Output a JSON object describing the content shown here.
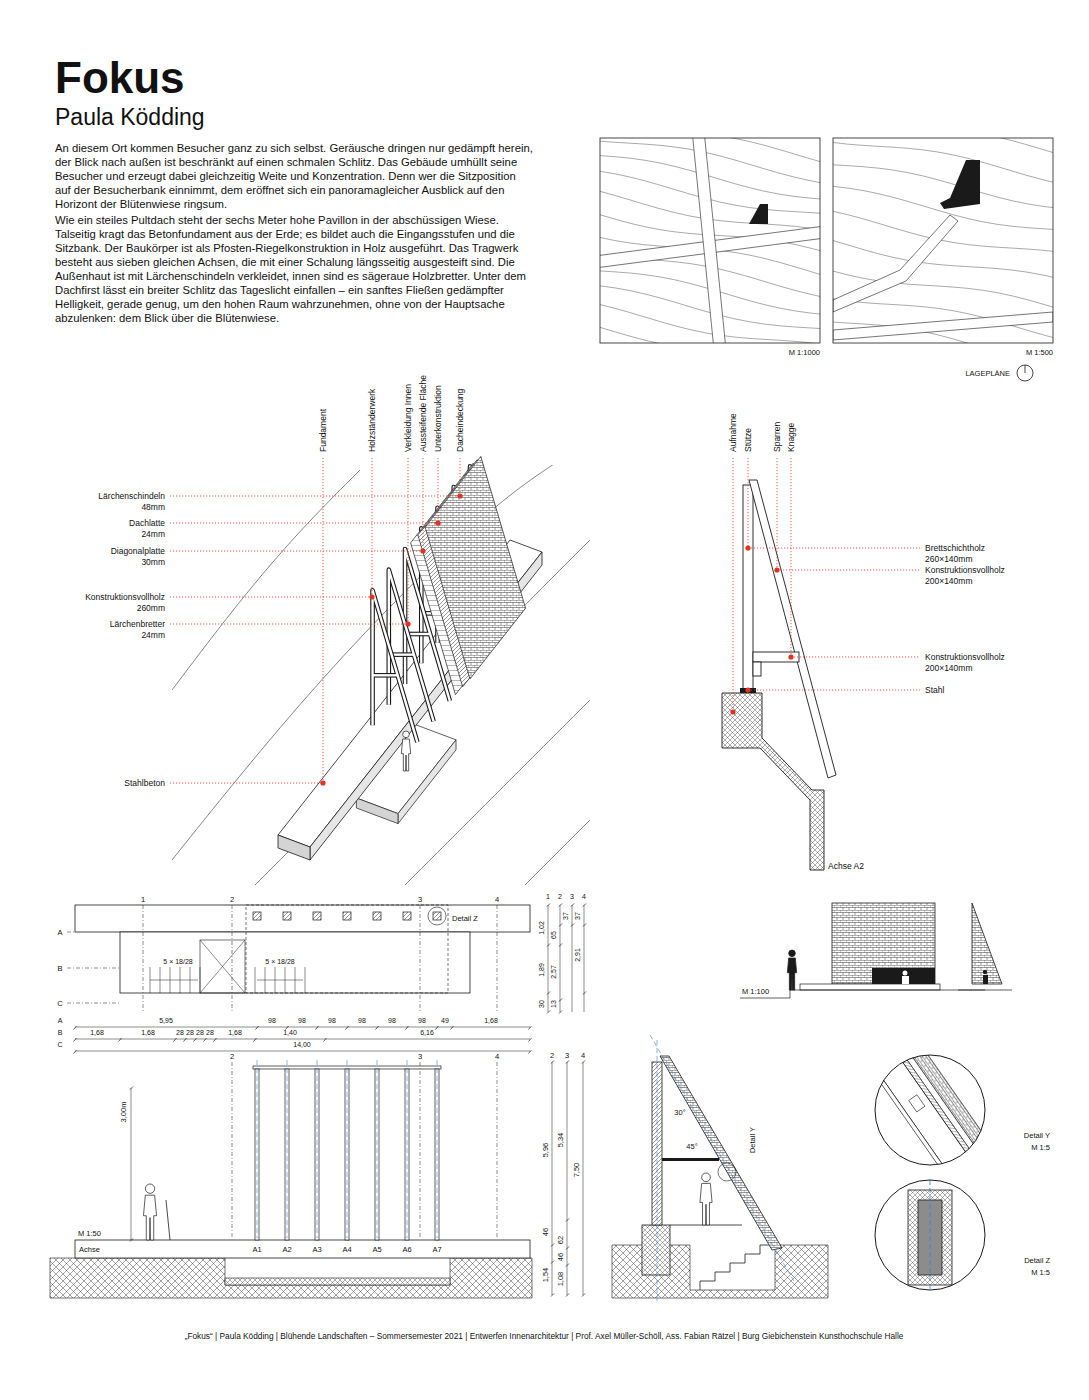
{
  "diagram": {
    "title": "Fokus",
    "caption": "„Fokus“ | Paula Ködding | Blühende Landschaften – Sommersemester 2021 | Entwerfen Innenarchitektur | Prof. Axel Müller-Schöll, Ass. Fabian Rätzel | Burg Giebichenstein Kunsthochschule Halle",
    "labels": [
      "Paula Ködding",
      "An diesem Ort kommen Besucher ganz zu sich selbst. Geräusche dringen nur gedämpft herein, der Blick nach außen ist beschränkt auf einen schmalen Schlitz. Das Gebäude umhüllt seine Besucher und erzeugt dabei gleichzeitig Weite und Konzentration. Denn wer die Sitzposition auf der Besucherbank einnimmt, dem eröffnet sich ein panoramagleicher Ausblick auf den Horizont der Blütenwiese ringsum.",
      "Wie ein steiles Pultdach steht der sechs Meter hohe Pavillon in der abschüssigen Wiese. Talseitig kragt das Betonfundament aus der Erde; es bildet auch die Eingangsstufen und die Sitzbank. Der Baukörper ist als Pfosten-Riegelkonstruktion in Holz ausgeführt. Das Tragwerk besteht aus sieben gleichen Achsen, die mit einer Schalung längsseitig ausgesteift sind. Die Außenhaut ist mit Lärchenschindeln verkleidet, innen sind es sägeraue Holzbretter. Unter dem Dachfirst lässt ein breiter Schlitz das Tageslicht einfallen – ein sanftes Fließen gedämpfter Helligkeit, gerade genug, um den hohen Raum wahrzunehmen, ohne von der Hauptsache abzulenken: dem Blick über die Blütenwiese.",
      "M 1:1000",
      "M 1:500",
      "LAGEPLÄNE",
      "Fundament",
      "Holzständerwerk",
      "Verkleidung Innen",
      "Aussteifende Fläche",
      "Unterkonstruktion",
      "Dacheindeckung",
      "Lärchenschindeln",
      "48mm",
      "Dachlatte",
      "24mm",
      "Diagonalplatte",
      "30mm",
      "Konstruktionsvollholz",
      "260mm",
      "Lärchenbretter",
      "24mm",
      "Stahlbeton",
      "Aufnahme",
      "Stütze",
      "Sparren",
      "Knagge",
      "Brettschichtholz",
      "260×140mm",
      "Konstruktionsvollholz",
      "200×140mm",
      "Konstruktionsvollholz",
      "200×140mm",
      "Stahl",
      "Achse A2",
      "1",
      "2",
      "3",
      "4",
      "Detail Z",
      "A",
      "B",
      "C",
      "5 × 18/28",
      "5 × 18/28",
      "A",
      "5,95",
      "98",
      "98",
      "98",
      "98",
      "98",
      "98",
      "49",
      "1,68",
      "B",
      "1,68",
      "1,68",
      "28",
      "28",
      "28",
      "28",
      "1,68",
      "1,40",
      "6,16",
      "C",
      "14,00",
      "1",
      "2",
      "3",
      "4",
      "1,02",
      "65",
      "37",
      "37",
      "1,89",
      "2,57",
      "2,91",
      "30",
      "13",
      "M 1:100",
      "2",
      "3",
      "4",
      "3,00m",
      "M 1:50",
      "Achse",
      "A1",
      "A2",
      "A3",
      "A4",
      "A5",
      "A6",
      "A7",
      "2",
      "3",
      "4",
      "5,96",
      "5,34",
      "7,50",
      "46",
      "62",
      "1,54",
      "46",
      "1,08",
      "30°",
      "45°",
      "Detail Y",
      "Detail Y",
      "M 1:5",
      "Detail Z",
      "M 1:5"
    ]
  }
}
